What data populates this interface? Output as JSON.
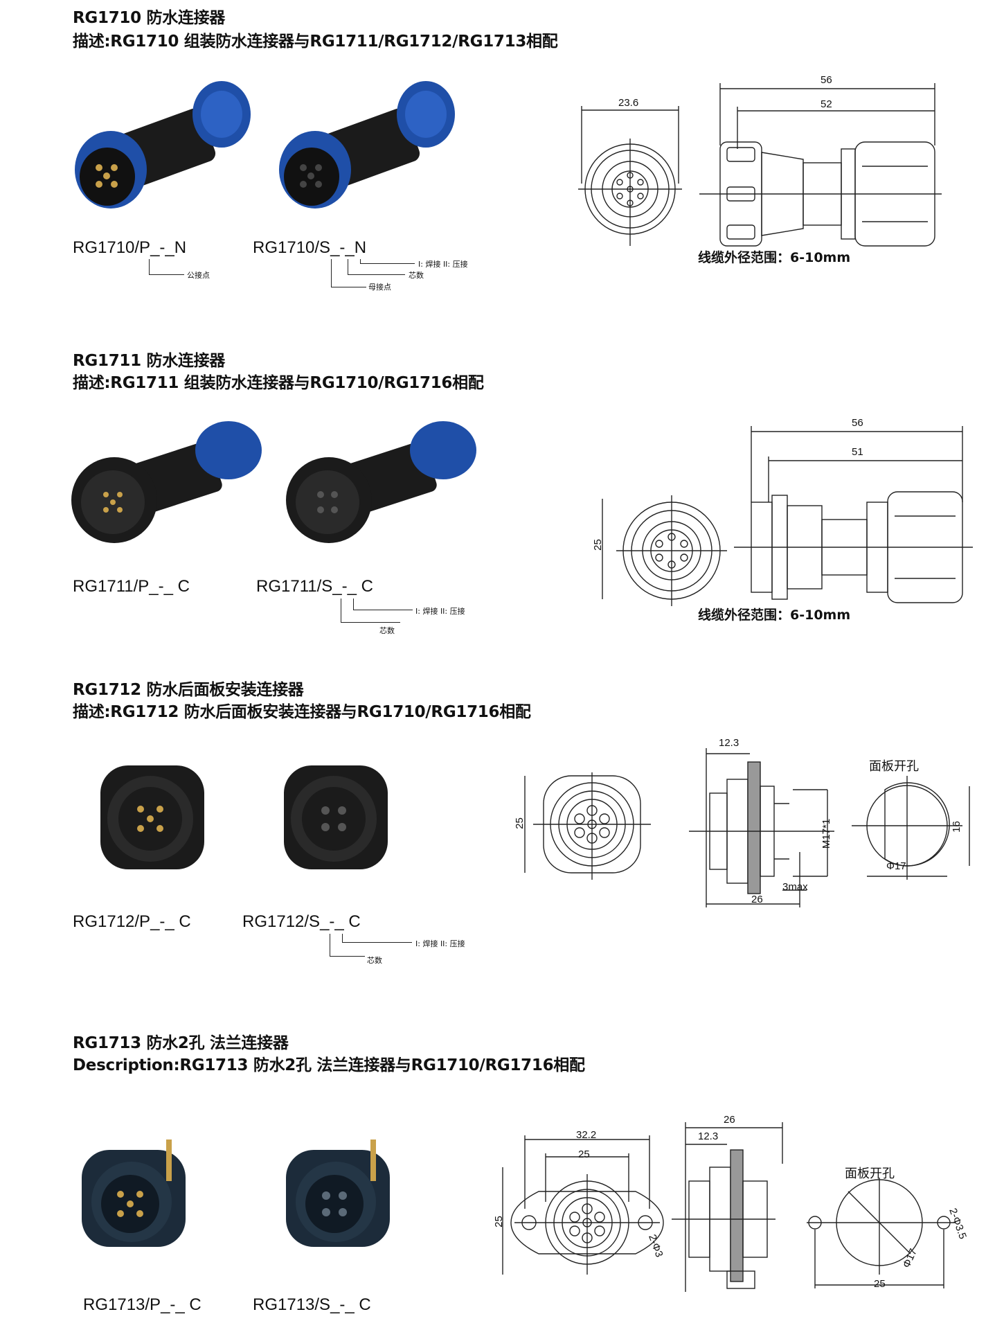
{
  "sections": [
    {
      "title": "RG1710 防水连接器",
      "desc": "描述:RG1710 组装防水连接器与RG1711/RG1712/RG1713相配",
      "model_p": "RG1710/P_-_N",
      "model_s": "RG1710/S_-_N",
      "note_p": "公接点",
      "note_s": "母接点",
      "note_core": "芯数",
      "note_weld": "I:  焊接 II:  压接",
      "cable": "线缆外径范围：6-10mm",
      "dims": [
        "23.6",
        "56",
        "52"
      ]
    },
    {
      "title": "RG1711 防水连接器",
      "desc": "描述:RG1711 组装防水连接器与RG1710/RG1716相配",
      "model_p": "RG1711/P_-_ C",
      "model_s": "RG1711/S_-_ C",
      "note_core": "芯数",
      "note_weld": "I:  焊接 II:  压接",
      "cable": "线缆外径范围：6-10mm",
      "dims": [
        "25",
        "56",
        "51"
      ]
    },
    {
      "title": "RG1712 防水后面板安装连接器",
      "desc": "描述:RG1712 防水后面板安装连接器与RG1710/RG1716相配",
      "model_p": "RG1712/P_-_ C",
      "model_s": "RG1712/S_-_ C",
      "note_core": "芯数",
      "note_weld": "I:  焊接 II:  压接",
      "panel_label": "面板开孔",
      "dims": [
        "25",
        "12.3",
        "M17*1",
        "3max",
        "26",
        "16",
        "Φ17"
      ]
    },
    {
      "title": "RG1713 防水2孔 法兰连接器",
      "desc": "Description:RG1713 防水2孔 法兰连接器与RG1710/RG1716相配",
      "model_p": "RG1713/P_-_ C",
      "model_s": "RG1713/S_-_ C",
      "panel_label": "面板开孔",
      "dims": [
        "32.2",
        "25",
        "25",
        "2-Φ3",
        "26",
        "12.3",
        "2-Φ3.5",
        "Φ17",
        "25"
      ]
    }
  ],
  "colors": {
    "blue": "#1f4fa8",
    "black": "#1b1b1b",
    "navy": "#1c2b3a",
    "pin": "#c9a14a"
  }
}
